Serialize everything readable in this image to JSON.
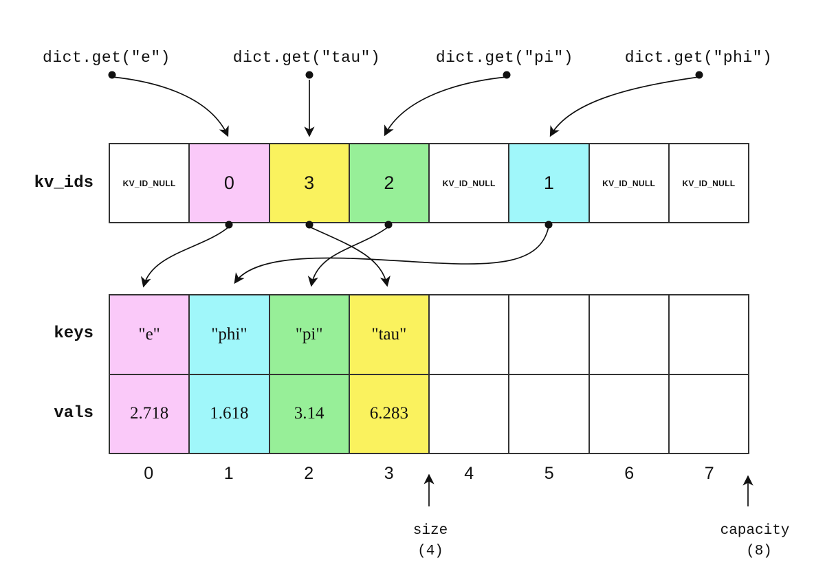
{
  "palette": {
    "pink": "#fac9f9",
    "cyan": "#a0f7fa",
    "green": "#97ef98",
    "yellow": "#faf25e",
    "white": "#ffffff",
    "line": "#111111"
  },
  "queries": [
    {
      "label": "dict.get(\"e\")"
    },
    {
      "label": "dict.get(\"tau\")"
    },
    {
      "label": "dict.get(\"pi\")"
    },
    {
      "label": "dict.get(\"phi\")"
    }
  ],
  "kv_ids": {
    "label": "kv_ids",
    "cells": [
      {
        "text": "KV_ID_NULL",
        "color": "white"
      },
      {
        "text": "0",
        "color": "pink"
      },
      {
        "text": "3",
        "color": "yellow"
      },
      {
        "text": "2",
        "color": "green"
      },
      {
        "text": "KV_ID_NULL",
        "color": "white"
      },
      {
        "text": "1",
        "color": "cyan"
      },
      {
        "text": "KV_ID_NULL",
        "color": "white"
      },
      {
        "text": "KV_ID_NULL",
        "color": "white"
      }
    ]
  },
  "keys": {
    "label": "keys",
    "cells": [
      {
        "text": "\"e\"",
        "color": "pink"
      },
      {
        "text": "\"phi\"",
        "color": "cyan"
      },
      {
        "text": "\"pi\"",
        "color": "green"
      },
      {
        "text": "\"tau\"",
        "color": "yellow"
      },
      {
        "text": "",
        "color": "white"
      },
      {
        "text": "",
        "color": "white"
      },
      {
        "text": "",
        "color": "white"
      },
      {
        "text": "",
        "color": "white"
      }
    ]
  },
  "vals": {
    "label": "vals",
    "cells": [
      {
        "text": "2.718",
        "color": "pink"
      },
      {
        "text": "1.618",
        "color": "cyan"
      },
      {
        "text": "3.14",
        "color": "green"
      },
      {
        "text": "6.283",
        "color": "yellow"
      },
      {
        "text": "",
        "color": "white"
      },
      {
        "text": "",
        "color": "white"
      },
      {
        "text": "",
        "color": "white"
      },
      {
        "text": "",
        "color": "white"
      }
    ]
  },
  "indices": [
    "0",
    "1",
    "2",
    "3",
    "4",
    "5",
    "6",
    "7"
  ],
  "size": {
    "label": "size",
    "value": "(4)"
  },
  "capacity": {
    "label": "capacity",
    "value": "(8)"
  }
}
